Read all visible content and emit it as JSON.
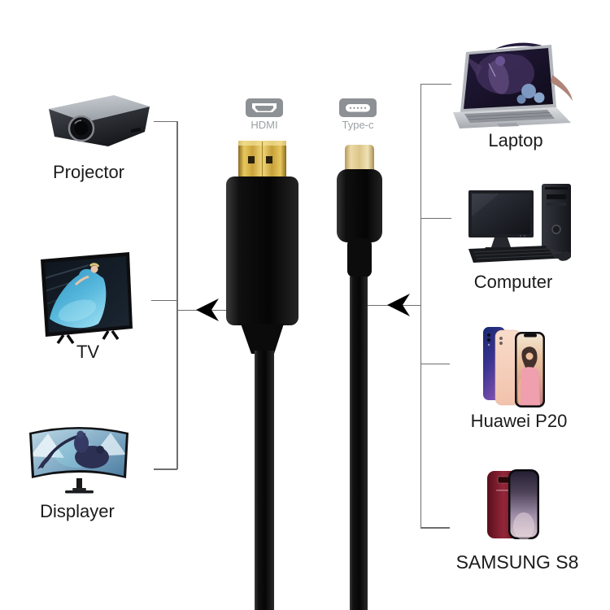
{
  "background": "#ffffff",
  "center": {
    "hdmi_badge": {
      "label": "HDMI",
      "icon": "hdmi-port-icon"
    },
    "type_c_badge": {
      "label": "Type-c",
      "icon": "type-c-port-icon"
    }
  },
  "left_devices": [
    {
      "id": "projector",
      "label": "Projector"
    },
    {
      "id": "tv",
      "label": "TV"
    },
    {
      "id": "displayer",
      "label": "Displayer"
    }
  ],
  "right_devices": [
    {
      "id": "laptop",
      "label": "Laptop"
    },
    {
      "id": "computer",
      "label": "Computer"
    },
    {
      "id": "huawei-p20",
      "label": "Huawei P20"
    },
    {
      "id": "samsung-s8",
      "label": "SAMSUNG S8"
    }
  ],
  "colors": {
    "background": "#ffffff",
    "cable_black": "#0d0d0d",
    "hdmi_gold": "#dfbd52",
    "type_c_gold": "#ead7a4",
    "badge_gray": "#8d9094",
    "badge_label_gray": "#9aa0a4",
    "device_label": "#1b1b1b",
    "bracket_line": "#6e6e6e",
    "arrow_black": "#000000"
  }
}
